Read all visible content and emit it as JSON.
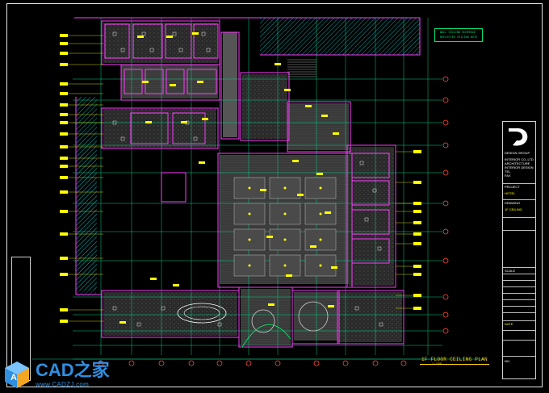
{
  "drawing": {
    "plan_title": "1F FLOOR CEILING PLAN",
    "plan_scale": "1:100",
    "legend_lines": [
      "WALL CEILING SCHEDULE",
      "REFLECTED CEILING NOTE"
    ]
  },
  "title_block": {
    "company_lines": [
      "DESIGN GROUP",
      "INTERIOR CO.,LTD",
      "ARCHITECTURE",
      "INTERIOR DESIGN",
      "TEL",
      "FAX"
    ],
    "rows": [
      "PROJECT",
      "HOTEL",
      "DRAWING",
      "1F CEILING",
      "SCALE",
      "DATE",
      "NO."
    ]
  },
  "watermark": {
    "name": "CAD之家",
    "url": "www.CADZJ.com"
  },
  "colors": {
    "background": "#000000",
    "grid": "#00d084",
    "wall": "#ff3cff",
    "annotation": "#ffff00",
    "hatch": "#00a8a8",
    "grey": "#8c8c8c",
    "watermark": "#2f8fe0"
  }
}
